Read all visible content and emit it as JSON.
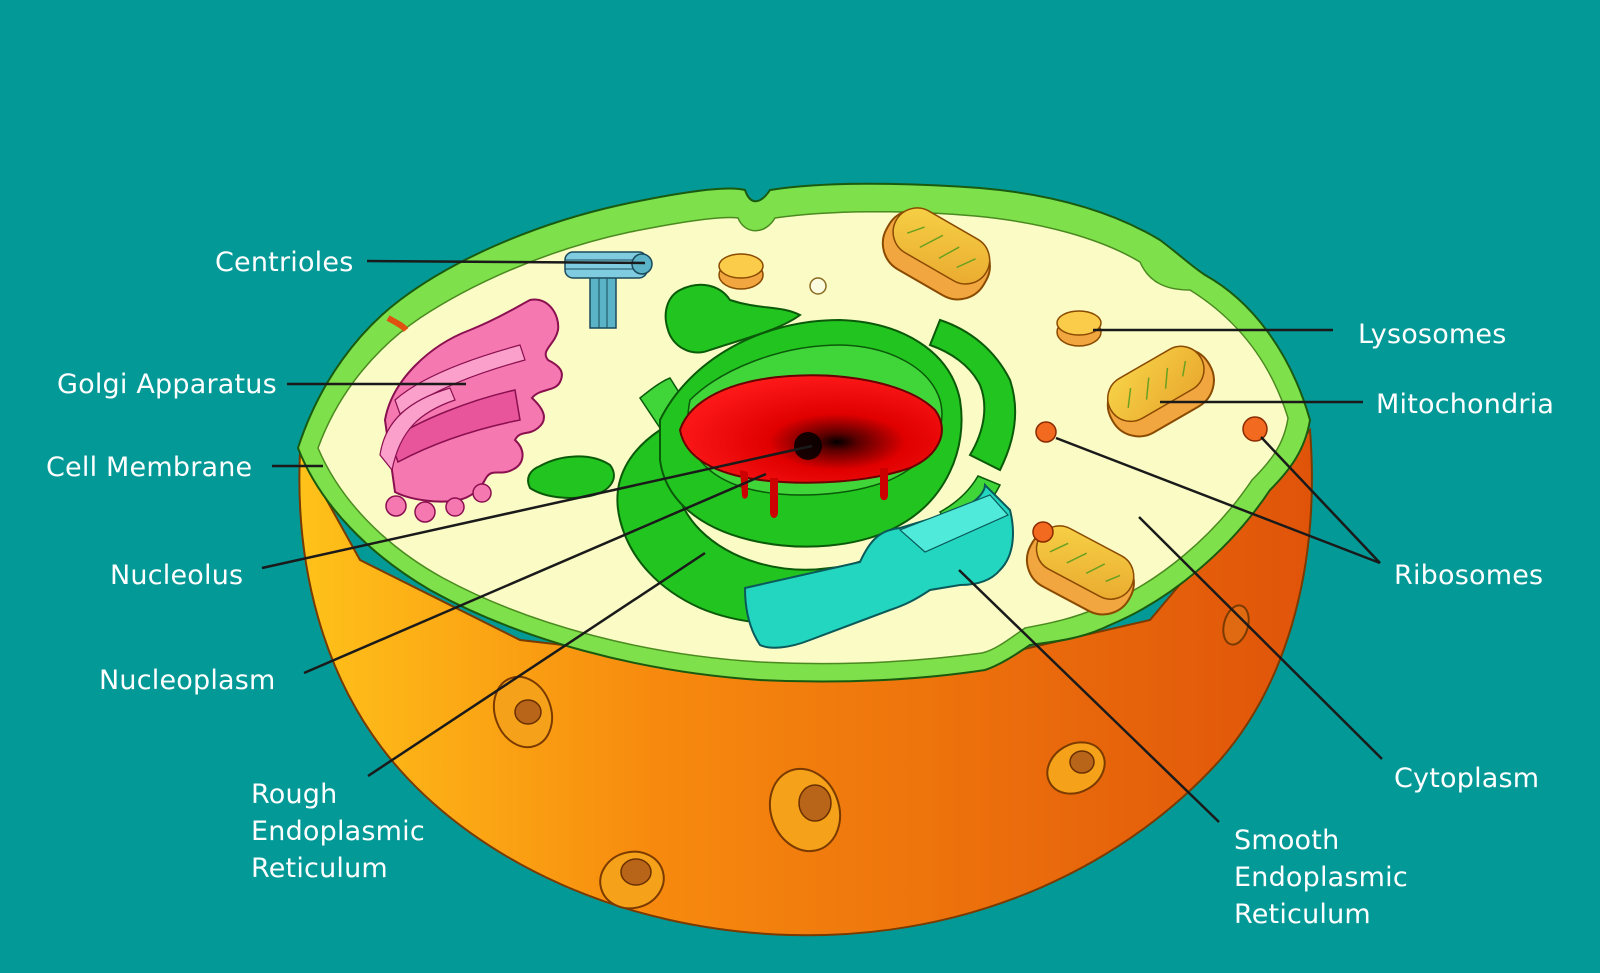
{
  "labels": {
    "centrioles": "Centrioles",
    "golgi": "Golgi Apparatus",
    "cell_membrane": "Cell Membrane",
    "nucleolus": "Nucleolus",
    "nucleoplasm": "Nucleoplasm",
    "rough_er": [
      "Rough",
      "Endoplasmic",
      "Reticulum"
    ],
    "lysosomes": "Lysosomes",
    "mitochondria": "Mitochondria",
    "ribosomes": "Ribosomes",
    "cytoplasm": "Cytoplasm",
    "smooth_er": [
      "Smooth",
      "Endoplasmic",
      "Reticulum"
    ]
  },
  "colors": {
    "background": "#029997",
    "membrane": "#7EE04A",
    "cytoplasm": "#FBFBC6",
    "cell_body": "#F08A12",
    "golgi": "#F579B0",
    "nucleus_er": "#22C41F",
    "nucleoplasm": "#E00000",
    "smooth_er": "#23D6C0",
    "mitochondria": "#F2A63F",
    "ribosome": "#F26A1F",
    "centriole": "#5BB3C8"
  }
}
